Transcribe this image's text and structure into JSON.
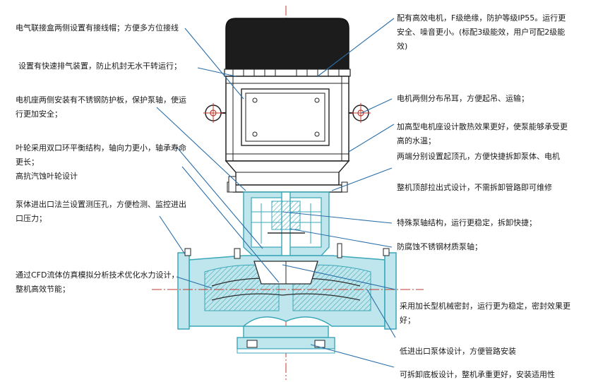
{
  "annotations_left": [
    "电气联接盒两侧设置有接线帽；方便多方位接线",
    "设置有快速排气装置，防止机封无水干转运行；",
    "电机座两侧安装有不锈钢防护板，保护泵轴，使运行更加安全；",
    "叶轮采用双口环平衡结构，轴向力更小，轴承寿命更长；",
    "高抗汽蚀叶轮设计",
    "泵体进出口法兰设置测压孔，方便检测、监控进出口压力；",
    "通过CFD流体仿真模拟分析技术优化水力设计，整机高效节能；"
  ],
  "annotations_right": [
    "配有高效电机，F级绝缘，防护等级IP55。运行更安全、噪音更小。(标配3级能效，用户可配2级能效)",
    "电机两侧分布吊耳，方便起吊、运输；",
    "加高型电机座设计散热效果更好，使泵能够承受更高的水温；",
    "两端分别设置起顶孔，方便快捷拆卸泵体、电机",
    "整机顶部拉出式设计，不需拆卸管路即可维修",
    "特殊泵轴结构，运行更稳定，拆卸快捷；",
    "防腐蚀不锈钢材质泵轴；",
    "采用加长型机械密封，运行更为稳定，密封效果更好；",
    "低进出口泵体设计，方便管路安装",
    "可拆卸底板设计，整机承重更好，安装适用性"
  ],
  "colors": {
    "leader": "#2a6ea8",
    "outline": "#2b2b2b",
    "cast": "#bfe6ec",
    "cast_stroke": "#3aa7b8",
    "centerline": "#c0392b",
    "motor": "#1c1c1c"
  }
}
